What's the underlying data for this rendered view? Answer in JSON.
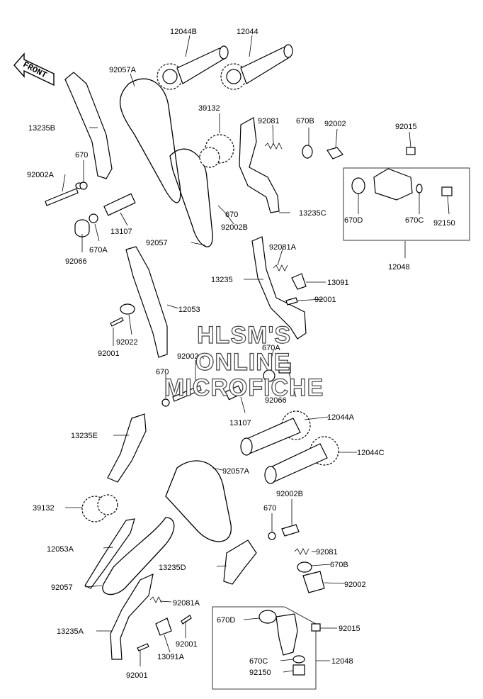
{
  "front_label": "FRONT",
  "watermark": [
    "HLSM'S",
    "ONLINE",
    "MICROFICHE"
  ],
  "labels": {
    "p12044B": "12044B",
    "p12044": "12044",
    "p92057A_top": "92057A",
    "p13235B": "13235B",
    "p670_top": "670",
    "p92002A_top": "92002A",
    "p39132_top": "39132",
    "p92081": "92081",
    "p670B_top": "670B",
    "p92002_top": "92002",
    "p92015_top": "92015",
    "p670_mid": "670",
    "p92002B_top": "92002B",
    "p13235C": "13235C",
    "p670D_top": "670D",
    "p670C_top": "670C",
    "p92150_top": "92150",
    "p13107_top": "13107",
    "p670A_top": "670A",
    "p92066_top": "92066",
    "p92057": "92057",
    "p12048_top": "12048",
    "p92081A_top": "92081A",
    "p13235": "13235",
    "p13091": "13091",
    "p92001_mid": "92001",
    "p12053": "12053",
    "p92022": "92022",
    "p92001_left": "92001",
    "p670A_mid": "670A",
    "p92002A_mid": "92002A",
    "p670_low": "670",
    "p13107_low": "13107",
    "p92066_low": "92066",
    "p12044A": "12044A",
    "p13235E": "13235E",
    "p12044C": "12044C",
    "p92057A_low": "92057A",
    "p39132_low": "39132",
    "p92002B_low": "92002B",
    "p670_lower": "670",
    "p12053A": "12053A",
    "p92081_low": "92081",
    "p13235D": "13235D",
    "p670B_low": "670B",
    "p92057_low": "92057",
    "p92002_low": "92002",
    "p92081A_low": "92081A",
    "p670D_low": "670D",
    "p92015_low": "92015",
    "p13235A": "13235A",
    "p92001_low1": "92001",
    "p13091A": "13091A",
    "p670C_low": "670C",
    "p12048_low": "12048",
    "p92150_low": "92150",
    "p92001_low2": "92001"
  }
}
